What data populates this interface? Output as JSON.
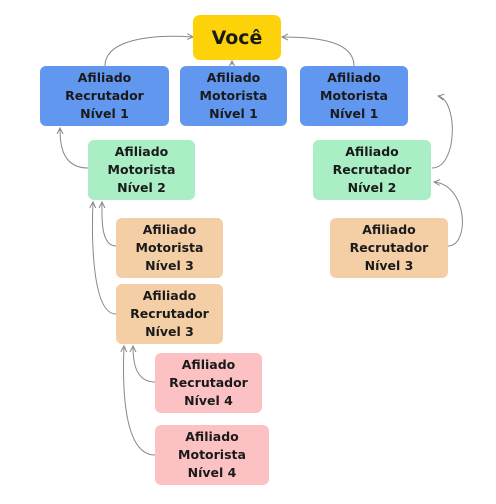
{
  "colors": {
    "you": "#fdd209",
    "level1": "#6297f0",
    "level2": "#a9eec5",
    "level3": "#f4cfa6",
    "level4": "#fcc2c3",
    "connector": "#888888"
  },
  "nodes": {
    "you": {
      "label": "Você"
    },
    "l1_recrutador": {
      "label": "Afiliado\nRecrutador\nNível 1"
    },
    "l1_motorista_a": {
      "label": "Afiliado\nMotorista\nNível 1"
    },
    "l1_motorista_b": {
      "label": "Afiliado\nMotorista\nNível 1"
    },
    "l2_motorista": {
      "label": "Afiliado\nMotorista\nNível 2"
    },
    "l2_recrutador": {
      "label": "Afiliado\nRecrutador\nNível 2"
    },
    "l3_motorista": {
      "label": "Afiliado\nMotorista\nNível 3"
    },
    "l3_recrutador_left": {
      "label": "Afiliado\nRecrutador\nNível 3"
    },
    "l3_recrutador_right": {
      "label": "Afiliado\nRecrutador\nNível 3"
    },
    "l4_recrutador": {
      "label": "Afiliado\nRecrutador\nNível 4"
    },
    "l4_motorista": {
      "label": "Afiliado\nMotorista\nNível 4"
    }
  }
}
